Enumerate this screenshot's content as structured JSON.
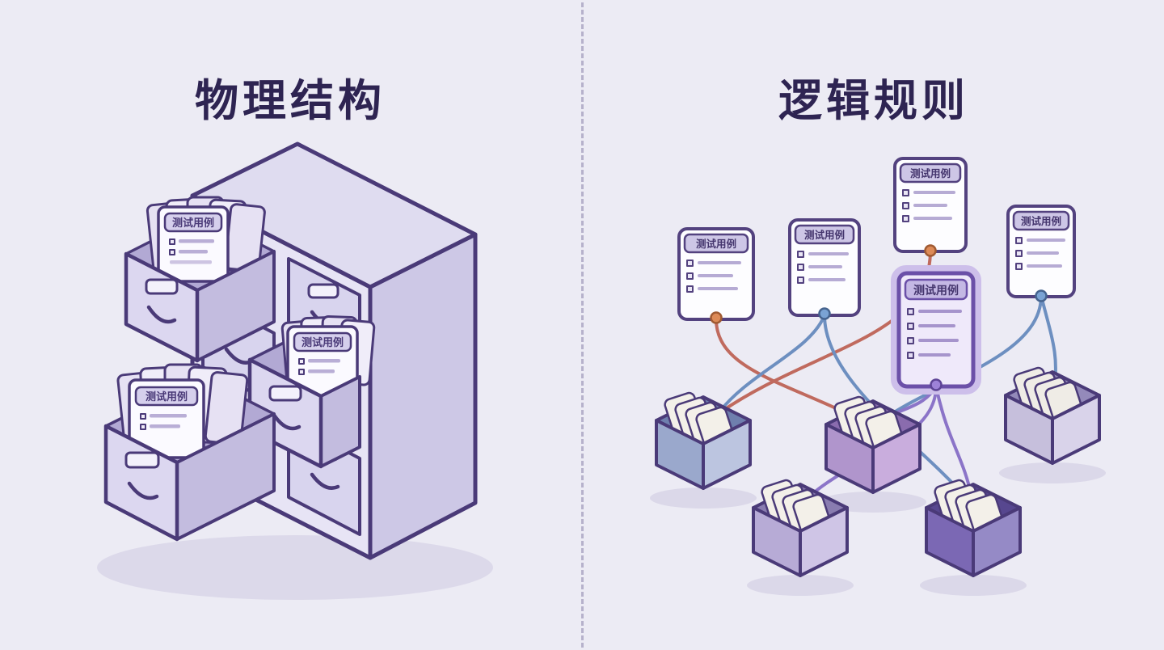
{
  "left_panel": {
    "title": "物理结构",
    "folder_labels": [
      "测试用例",
      "测试用例",
      "测试用例"
    ]
  },
  "right_panel": {
    "title": "逻辑规则",
    "card_labels": [
      "测试用例",
      "测试用例",
      "测试用例",
      "测试用例",
      "测试用例"
    ]
  },
  "colors": {
    "background": "#ecebf4",
    "title_text": "#2e2452",
    "outline": "#4a3a78",
    "divider": "#b6b1cb",
    "connector_red": "#c06a5e",
    "connector_blue": "#6d8fc0",
    "connector_purple": "#8b74c8",
    "dot_orange": "#dd8a57",
    "dot_blue": "#7aa3d4",
    "dot_purple": "#9d82d8"
  }
}
